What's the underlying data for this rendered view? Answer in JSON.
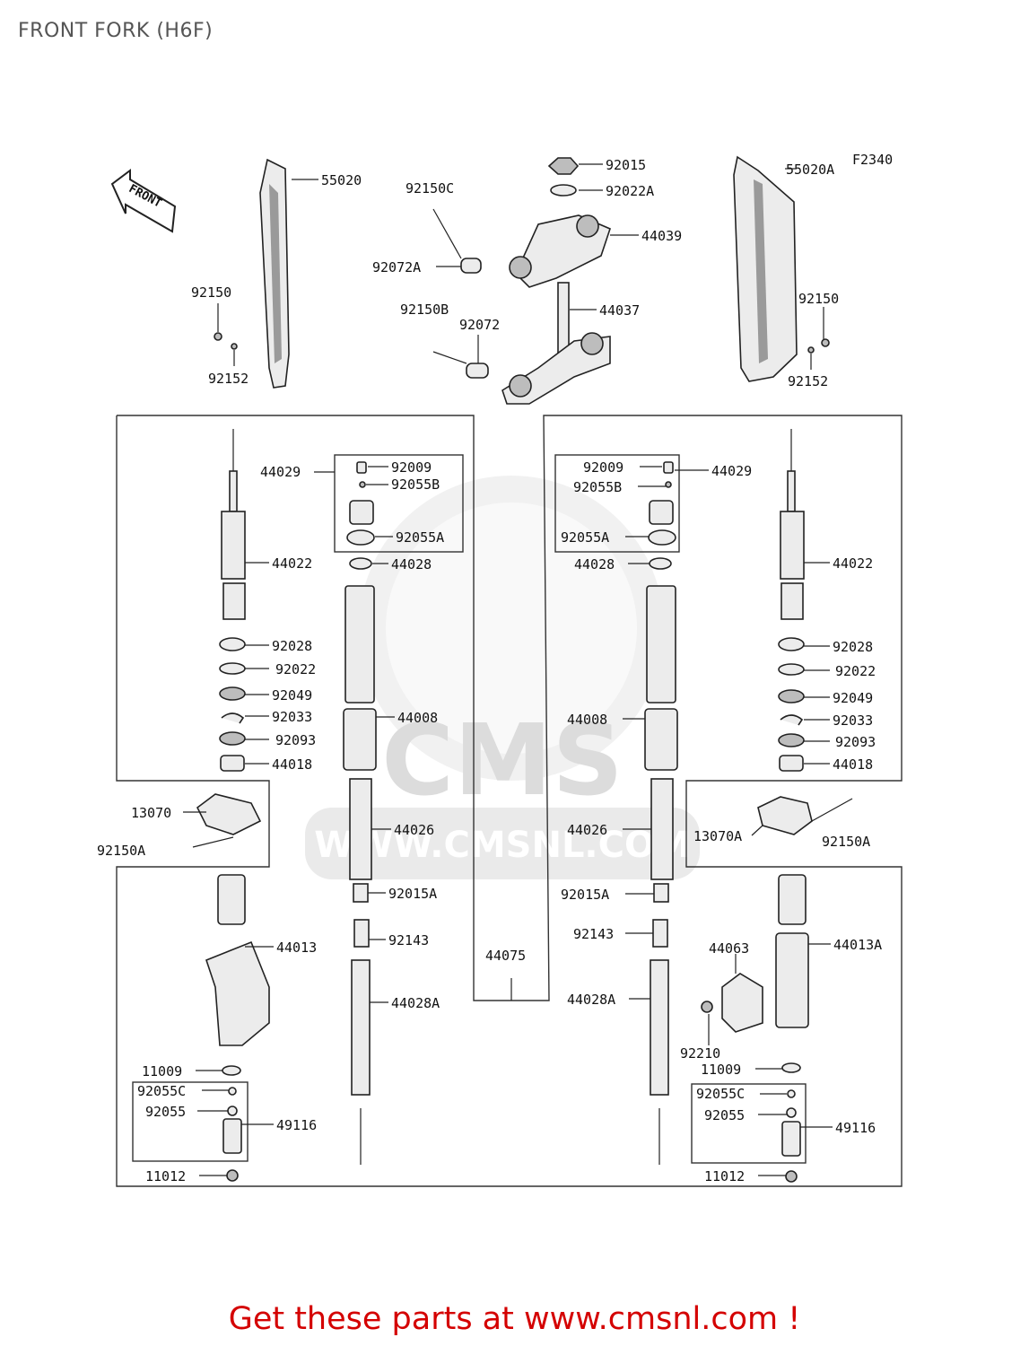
{
  "title": "FRONT FORK (H6F)",
  "figure_code": "F2340",
  "front_arrow_label": "FRONT",
  "watermark": {
    "brand": "CMS",
    "url": "WWW.CMSNL.COM"
  },
  "footer_link": "Get these parts at www.cmsnl.com !",
  "labels": {
    "p55020": "55020",
    "p55020A": "55020A",
    "p92150_l": "92150",
    "p92152_l": "92152",
    "p92150_r": "92150",
    "p92152_r": "92152",
    "p92015": "92015",
    "p92022A": "92022A",
    "p44039": "44039",
    "p92150C": "92150C",
    "p92072A": "92072A",
    "p44037": "44037",
    "p92150B": "92150B",
    "p92072": "92072",
    "l44029": "44029",
    "l92009": "92009",
    "l92055B": "92055B",
    "l92055A": "92055A",
    "l44028": "44028",
    "l44022": "44022",
    "l92028": "92028",
    "l92022": "92022",
    "l92049": "92049",
    "l92033": "92033",
    "l92093": "92093",
    "l44018": "44018",
    "l44008": "44008",
    "l13070": "13070",
    "l92150A": "92150A",
    "l44026": "44026",
    "l92015A": "92015A",
    "l44013": "44013",
    "l92143": "92143",
    "l44028A": "44028A",
    "l11009": "11009",
    "l92055C": "92055C",
    "l92055": "92055",
    "l49116": "49116",
    "l11012": "11012",
    "c44075": "44075",
    "r92009": "92009",
    "r44029": "44029",
    "r92055B": "92055B",
    "r92055A": "92055A",
    "r44028": "44028",
    "r44022": "44022",
    "r92028": "92028",
    "r92022": "92022",
    "r92049": "92049",
    "r92033": "92033",
    "r92093": "92093",
    "r44018": "44018",
    "r44008": "44008",
    "r13070A": "13070A",
    "r92150A": "92150A",
    "r44026": "44026",
    "r92015A": "92015A",
    "r92143": "92143",
    "r44063": "44063",
    "r44013A": "44013A",
    "r44028A": "44028A",
    "r92210": "92210",
    "r11009": "11009",
    "r92055C": "92055C",
    "r92055": "92055",
    "r49116": "49116",
    "r11012": "11012"
  }
}
